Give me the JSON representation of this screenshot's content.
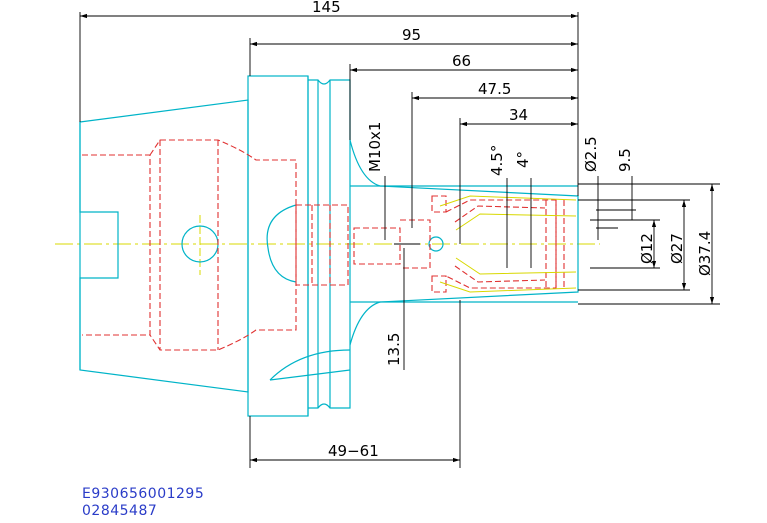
{
  "dimensions": {
    "overall_length": "145",
    "flange_length": "95",
    "nut_length": "66",
    "collet_length": "47.5",
    "taper_length": "34",
    "bore_length_range": "49−61",
    "screw_thread": "M10x1",
    "screw_offset": "13.5",
    "angle_outer": "4.5°",
    "angle_inner": "4°",
    "diameter_min": "Ø2.5",
    "diameter_max_small": "9.5",
    "diameter_collet": "Ø12",
    "diameter_nut": "Ø27",
    "diameter_body": "Ø37.4"
  },
  "part_numbers": {
    "line1": "E930656001295",
    "line2": "02845487"
  },
  "colors": {
    "outline": "#00b4c8",
    "hidden": "#e03030",
    "centerline": "#d8d800",
    "dimension": "#000000",
    "caption": "#2a3cc8"
  }
}
